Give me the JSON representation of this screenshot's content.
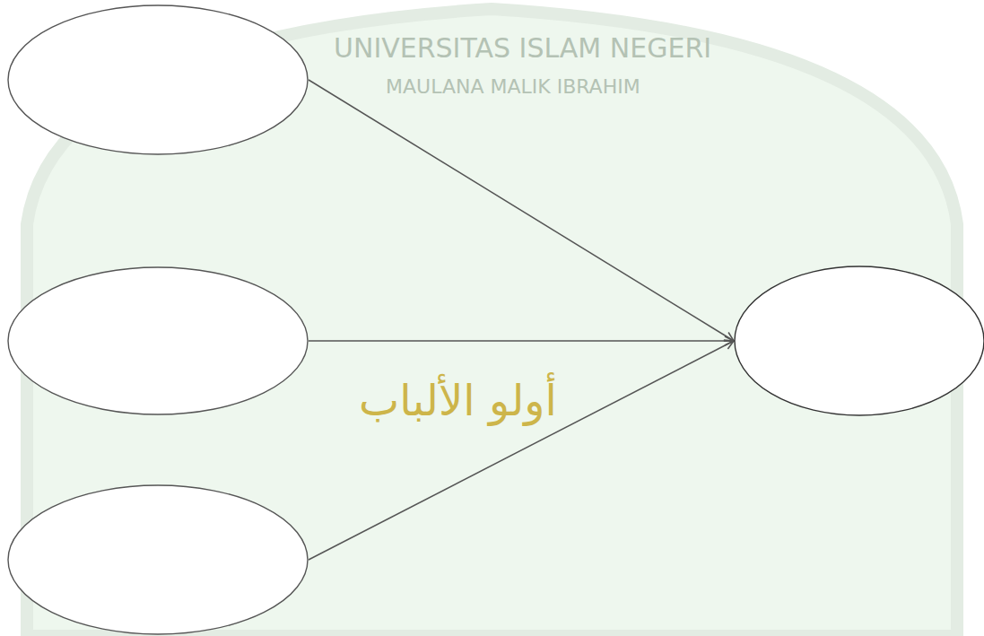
{
  "diagram": {
    "nodes": [
      {
        "text": []
      },
      {
        "text": []
      },
      {
        "text": []
      },
      {
        "text": []
      }
    ],
    "edges": [
      {
        "from": 0,
        "to": 3,
        "arrow": "to"
      },
      {
        "from": 1,
        "to": 3,
        "arrow": "to"
      },
      {
        "from": 2,
        "to": 3,
        "arrow": "to"
      }
    ],
    "labels": [
      "UNIVERSITAS ISLAM NEGERI",
      "MAULANA MALIK IBRAHIM",
      "أولو الألباب"
    ]
  }
}
